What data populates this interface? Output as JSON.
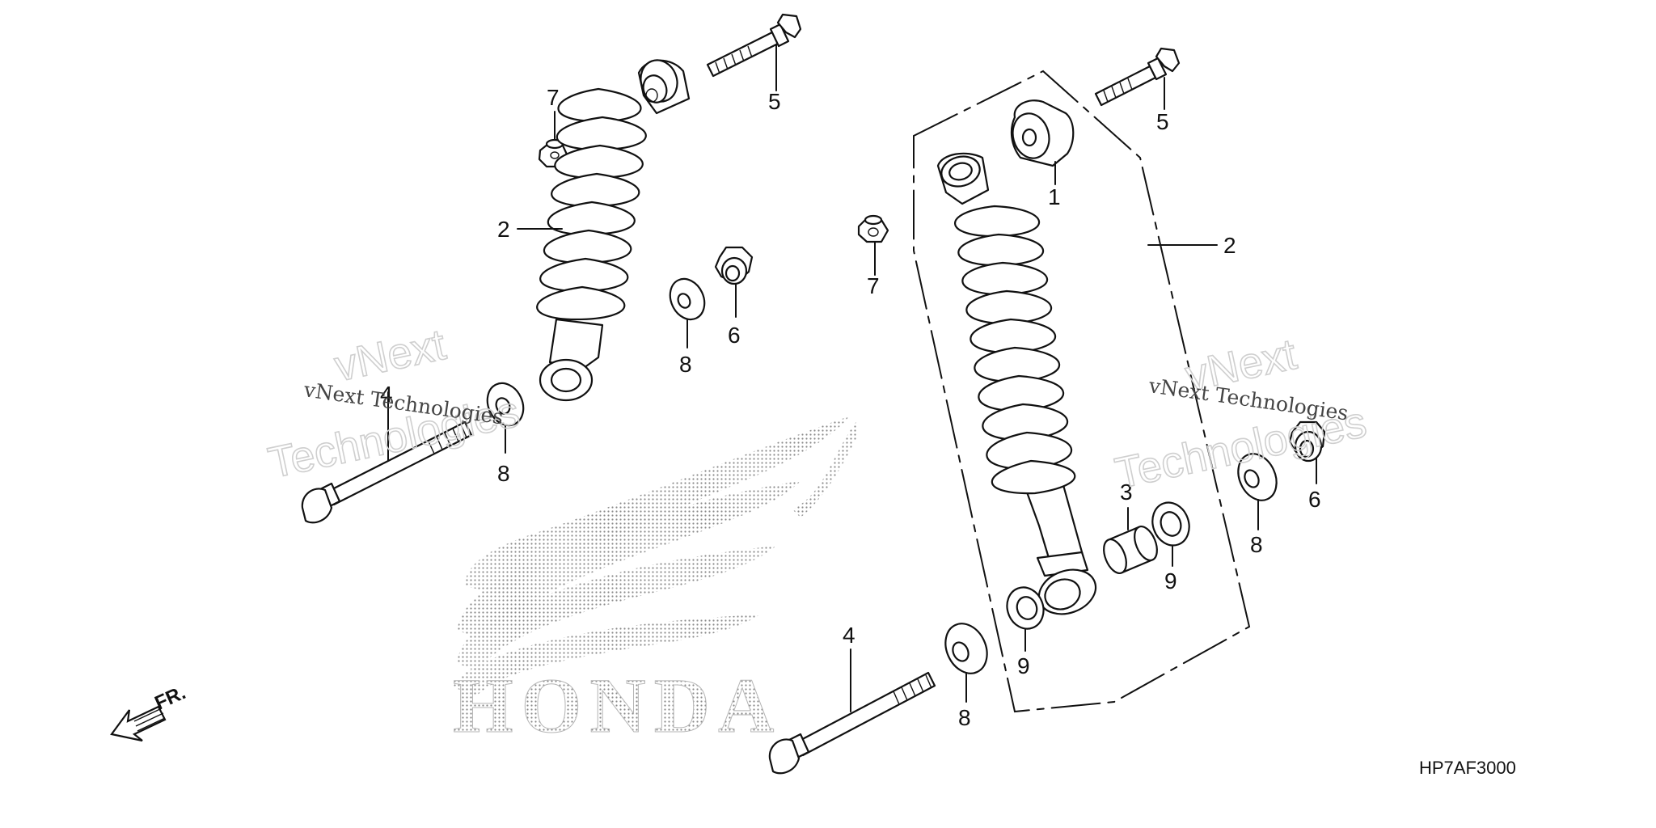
{
  "diagram": {
    "code": "HP7AF3000",
    "front_arrow": {
      "label": "FR.",
      "icon": "front-direction-arrow-icon"
    },
    "callouts": {
      "l_bolt5": "5",
      "l_nut7": "7",
      "l_shock2": "2",
      "l_washer8a": "8",
      "l_collar6": "6",
      "l_washer8b": "8",
      "l_bolt4": "4",
      "r_bolt5": "5",
      "r_bushing1": "1",
      "r_shock2": "2",
      "r_nut7": "7",
      "r_collar3": "3",
      "r_bushing9a": "9",
      "r_bushing9b": "9",
      "r_washer8a": "8",
      "r_collar6": "6",
      "r_washer8b": "8",
      "r_bolt4": "4"
    },
    "watermarks": {
      "left_small": "vNext Technologies",
      "left_large_1": "vNext",
      "left_large_2": "Technologies",
      "right_small": "vNext Technologies",
      "right_large_1": "vNext",
      "right_large_2": "Technologies"
    },
    "logo": {
      "text": "HONDA",
      "icon": "honda-wing-logo-icon",
      "color": "#9a9a9a"
    },
    "colors": {
      "line": "#111111",
      "background": "#ffffff"
    }
  }
}
